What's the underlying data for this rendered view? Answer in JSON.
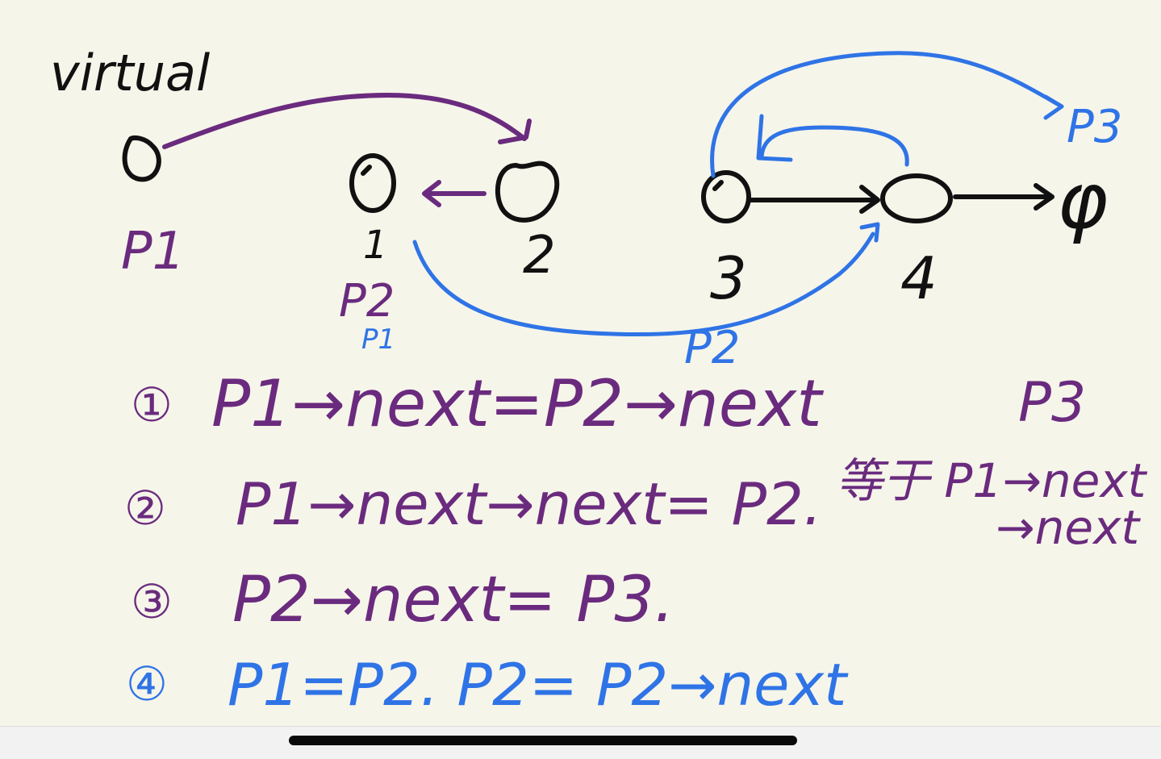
{
  "labels": {
    "virtual": "virtual",
    "p1_under_virtual": "P1",
    "node1": "1",
    "node2": "2",
    "node3": "3",
    "node4": "4",
    "null_symbol": "φ",
    "p2_under_node1": "P2",
    "p1_small_under_node1": "P1",
    "p2_on_arc": "P2",
    "p3_top": "P3",
    "p3_right": "P3"
  },
  "steps": [
    {
      "num": "①",
      "text": "P1→next=P2→next"
    },
    {
      "num": "②",
      "text": "P1→next→next= P2."
    },
    {
      "num": "③",
      "text": "P2→next= P3."
    },
    {
      "num": "④",
      "text": "P1=P2. P2= P2→next"
    }
  ],
  "side_note": {
    "line1": "等于 P1→next",
    "line2": "→next"
  },
  "colors": {
    "background": "#f6f5ea",
    "ink_black": "#111111",
    "ink_purple": "#6a2b7e",
    "ink_blue": "#2f74e6"
  }
}
